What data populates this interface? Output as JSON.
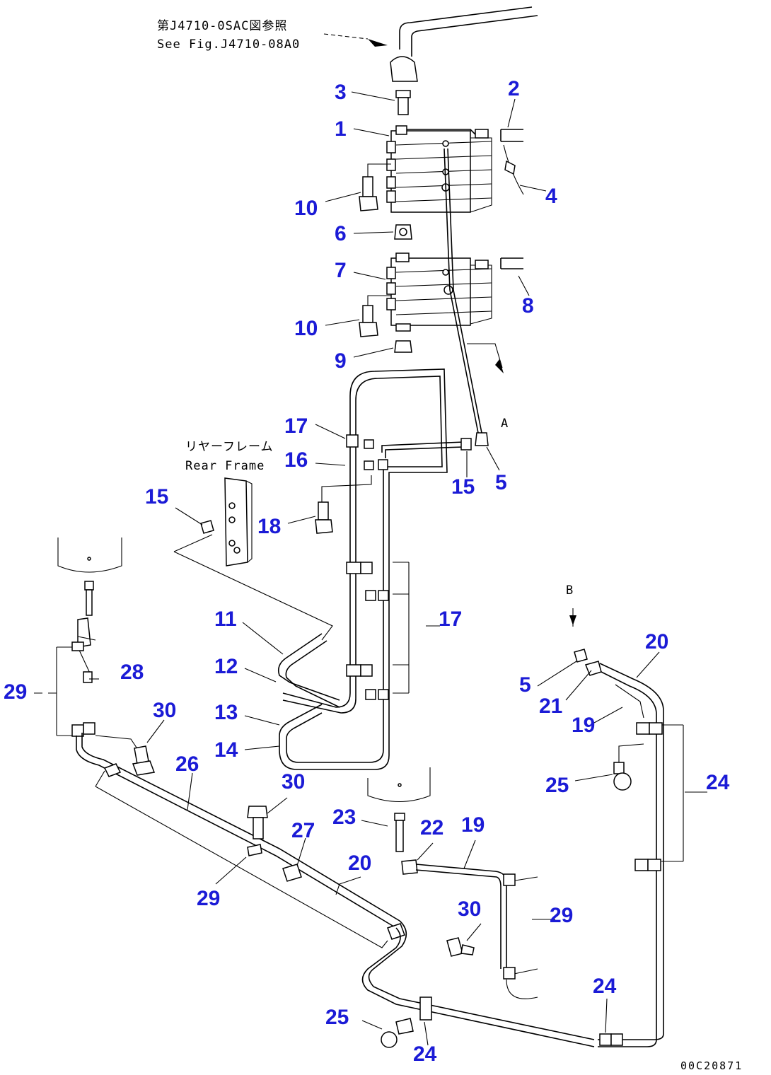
{
  "figure_ref": {
    "line1": "第J4710-0SAC図参照",
    "line2": "See Fig.J4710-08A0"
  },
  "rear_frame": {
    "jp": "リヤーフレーム",
    "en": "Rear Frame"
  },
  "arrow_labels": {
    "a1": "A",
    "a2": "B"
  },
  "drawing_code": "00C20871",
  "callouts": [
    "1",
    "2",
    "3",
    "4",
    "5",
    "5",
    "6",
    "7",
    "8",
    "9",
    "10",
    "10",
    "11",
    "12",
    "13",
    "14",
    "15",
    "15",
    "16",
    "17",
    "17",
    "18",
    "19",
    "19",
    "20",
    "20",
    "21",
    "22",
    "23",
    "24",
    "24",
    "24",
    "25",
    "25",
    "26",
    "27",
    "28",
    "29",
    "29",
    "29",
    "30",
    "30",
    "30"
  ]
}
